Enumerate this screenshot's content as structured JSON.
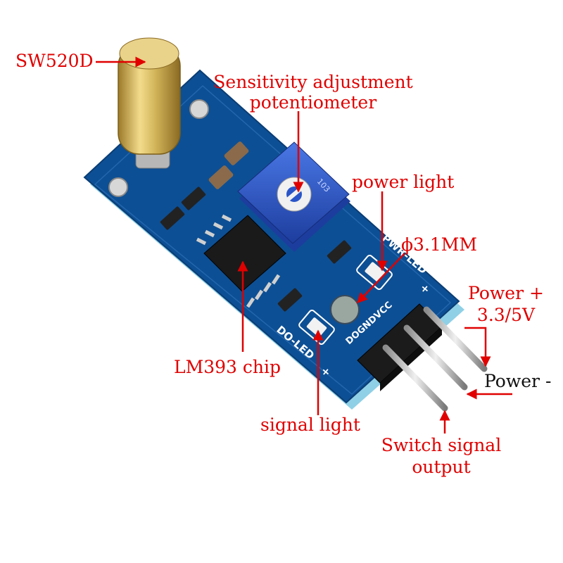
{
  "labels": {
    "sw520d": "SW520D",
    "pot_line1": "Sensitivity adjustment",
    "pot_line2": "potentiometer",
    "power_light": "power light",
    "hole": "ϕ3.1MM",
    "power_plus_1": "Power +",
    "power_plus_2": "3.3/5V",
    "power_minus": "Power -",
    "lm393": "LM393 chip",
    "signal_light": "signal light",
    "switch_1": "Switch signal",
    "switch_2": "output"
  },
  "board_silkscreen": {
    "pwr_led": "PWR-LED",
    "do_led": "DO-LED",
    "plus": "+",
    "pins": "DOGNDVCC",
    "pot_code": "103"
  },
  "colors": {
    "annotation": "#e00000",
    "pcb": "#0b4a8c",
    "sensor_brass": "#c9a64a",
    "potentiometer": "#2a55c8"
  }
}
